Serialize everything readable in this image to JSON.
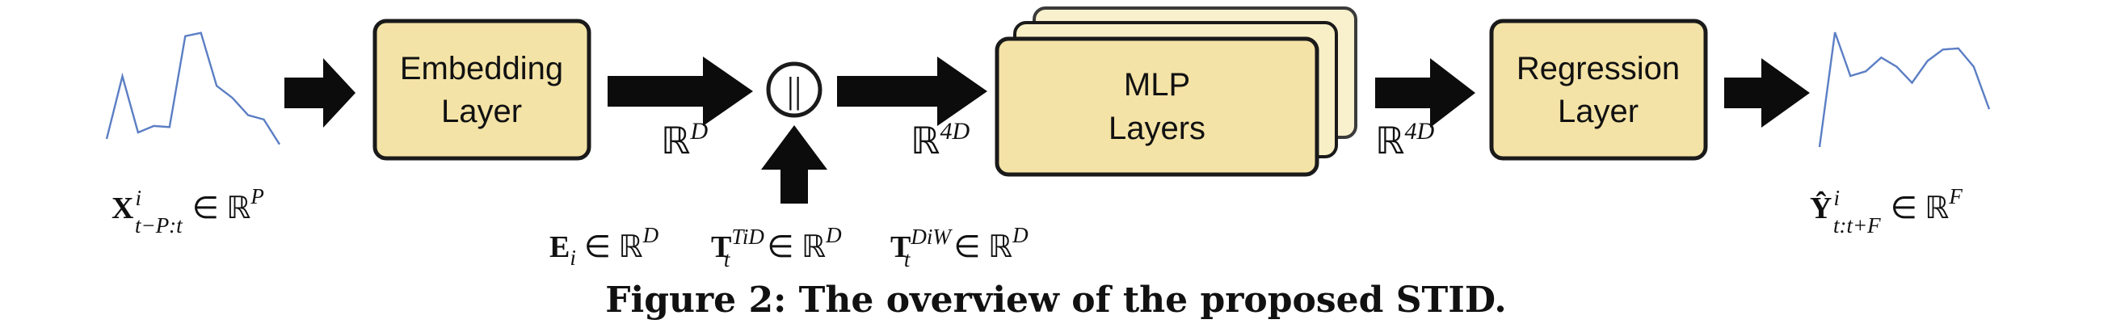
{
  "colors": {
    "box_fill": "#f4e3a6",
    "box_fill_light": "#f8efc6",
    "box_stroke": "#1a1a1a",
    "series": "#5b7ec4",
    "arrow": "#0c0c0c"
  },
  "blocks": {
    "embedding": [
      "Embedding",
      "Layer"
    ],
    "mlp": [
      "MLP",
      "Layers"
    ],
    "regression": [
      "Regression",
      "Layer"
    ]
  },
  "concat_symbol": "||",
  "labels": {
    "input": {
      "base": "X",
      "sup": "i",
      "sub": "t−P:t",
      "tail": "∈ ℝ",
      "tail_sup": "P"
    },
    "after_embedding": {
      "base": "ℝ",
      "sup": "D"
    },
    "after_concat": {
      "base": "ℝ",
      "sup": "4D"
    },
    "after_mlp": {
      "base": "ℝ",
      "sup": "4D"
    },
    "output": {
      "base": "Ŷ",
      "sup": "i",
      "sub": "t:t+F",
      "tail": "∈ ℝ",
      "tail_sup": "F"
    },
    "spatial_embedding": {
      "base": "E",
      "sub": "i",
      "tail": "∈ ℝ",
      "tail_sup": "D"
    },
    "tid_embedding": {
      "base": "T",
      "sup": "TiD",
      "sub": "t",
      "tail": "∈ ℝ",
      "tail_sup": "D"
    },
    "diw_embedding": {
      "base": "T",
      "sup": "DiW",
      "sub": "t",
      "tail": "∈ ℝ",
      "tail_sup": "D"
    }
  },
  "caption": "Figure 2: The overview of the proposed STID.",
  "series": {
    "input": [
      0.0,
      0.58,
      0.06,
      0.12,
      0.11,
      0.95,
      0.98,
      0.49,
      0.38,
      0.22,
      0.18,
      -0.05
    ],
    "output": [
      0.0,
      1.0,
      0.62,
      0.66,
      0.78,
      0.7,
      0.56,
      0.75,
      0.85,
      0.86,
      0.7,
      0.33
    ]
  }
}
